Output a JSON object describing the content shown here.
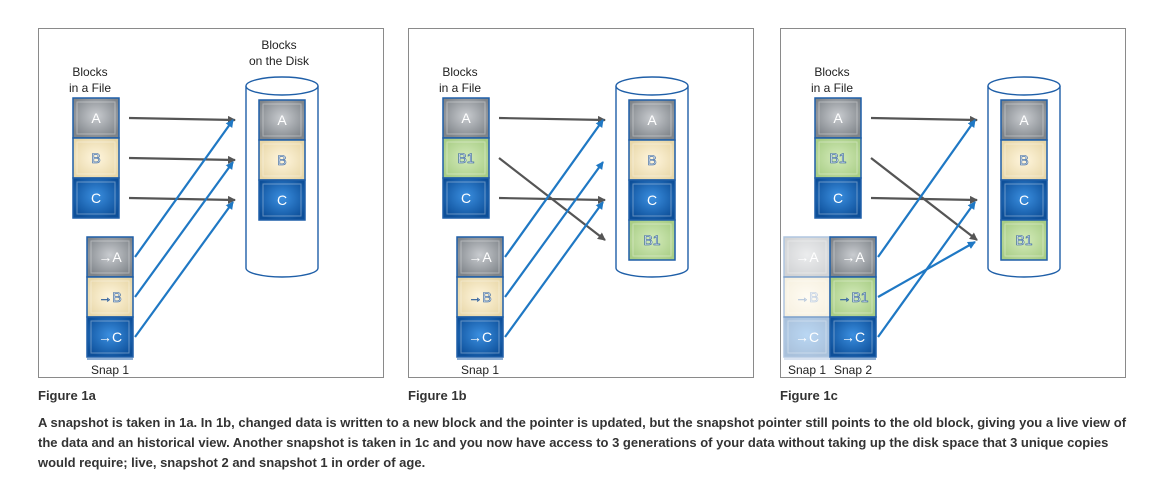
{
  "figures": [
    {
      "id": "1a",
      "figure_label": "Figure 1a",
      "file_label": [
        "Blocks",
        "in a File"
      ],
      "disk_label": [
        "Blocks",
        "on the Disk"
      ],
      "file_blocks": [
        "A",
        "B",
        "C"
      ],
      "disk_blocks": [
        "A",
        "B",
        "C"
      ],
      "snapshots": [
        {
          "label": "Snap 1",
          "blocks": [
            "A",
            "B",
            "C"
          ],
          "faded": false
        }
      ]
    },
    {
      "id": "1b",
      "figure_label": "Figure 1b",
      "file_label": [
        "Blocks",
        "in a File"
      ],
      "disk_label": [],
      "file_blocks": [
        "A",
        "B1",
        "C"
      ],
      "disk_blocks": [
        "A",
        "B",
        "C",
        "B1"
      ],
      "snapshots": [
        {
          "label": "Snap 1",
          "blocks": [
            "A",
            "B",
            "C"
          ],
          "faded": false
        }
      ]
    },
    {
      "id": "1c",
      "figure_label": "Figure 1c",
      "file_label": [
        "Blocks",
        "in a File"
      ],
      "disk_label": [],
      "file_blocks": [
        "A",
        "B1",
        "C"
      ],
      "disk_blocks": [
        "A",
        "B",
        "C",
        "B1"
      ],
      "snapshots": [
        {
          "label": "Snap 1",
          "blocks": [
            "A",
            "B",
            "C"
          ],
          "faded": true
        },
        {
          "label": "Snap 2",
          "blocks": [
            "A",
            "B1",
            "C"
          ],
          "faded": false
        }
      ]
    }
  ],
  "caption": "A snapshot is taken in 1a. In 1b, changed data is written to a new block and the pointer is updated, but the snapshot pointer still points to the old block, giving you a live view of the data and an historical view. Another snapshot is taken in 1c and you now have access to 3 generations of your data without taking up the disk space that 3 unique copies would require; live, snapshot 2 and snapshot 1 in order of age.",
  "colors": {
    "gray_block": "#8d9196",
    "beige_block": "#f3e7c8",
    "blue_block": "#1566b7",
    "green_block": "#b9d89a",
    "file_arrow": "#555555",
    "snap_arrow": "#1f78c4",
    "panel_border": "#8a8a8a"
  }
}
